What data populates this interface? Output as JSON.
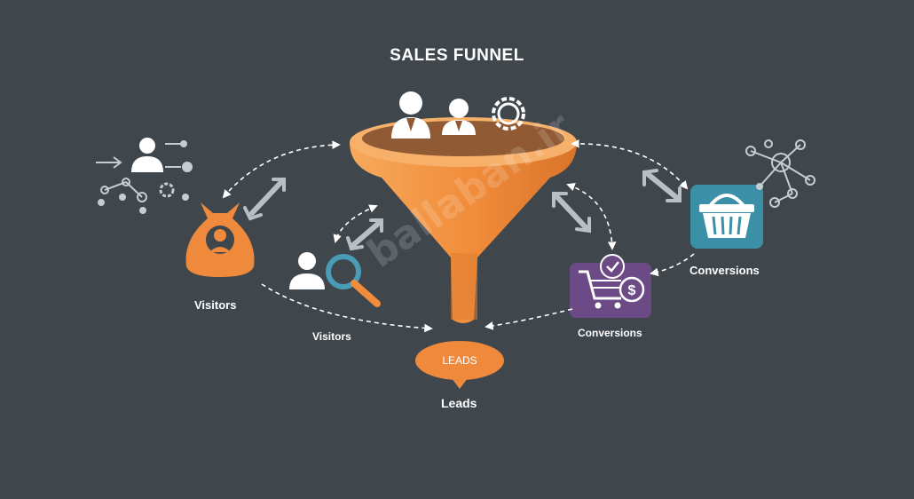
{
  "diagram": {
    "title": "SALES FUNNEL",
    "labels": {
      "visitors_left": "Visitors",
      "visitors_mid": "Visitors",
      "conversions_right": "Conversions",
      "conversions_mid": "Conversions",
      "leads_badge": "LEADS",
      "leads": "Leads"
    },
    "watermark": "ballaban.ir"
  },
  "icons": {
    "money_bag": "money-bag-person-icon",
    "search": "person-magnifier-icon",
    "cart": "shopping-cart-dollar-icon",
    "basket": "shopping-basket-icon",
    "people": "people-icon",
    "gear": "gear-icon"
  },
  "colors": {
    "background": "#3f464c",
    "funnel": "#f08c3a",
    "funnel_light": "#f7a95c",
    "bag": "#ef8a3c",
    "cart_tile": "#6b4a86",
    "basket_tile": "#3b8fa6",
    "magnifier": "#4a9bb5",
    "arrow": "#b8c0c6"
  }
}
